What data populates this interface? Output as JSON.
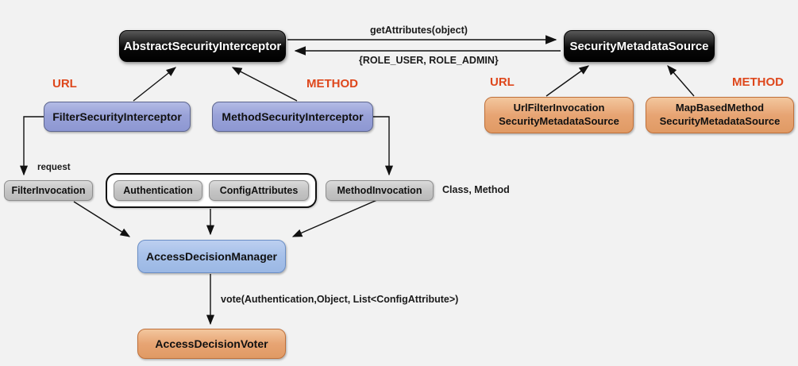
{
  "diagram": {
    "nodes": {
      "abstract_interceptor": "AbstractSecurityInterceptor",
      "security_metadata_source": "SecurityMetadataSource",
      "filter_interceptor": "FilterSecurityInterceptor",
      "method_interceptor": "MethodSecurityInterceptor",
      "url_filter_msd_line1": "UrlFilterInvocation",
      "url_filter_msd_line2": "SecurityMetadataSource",
      "map_based_msd_line1": "MapBasedMethod",
      "map_based_msd_line2": "SecurityMetadataSource",
      "filter_invocation": "FilterInvocation",
      "authentication": "Authentication",
      "config_attributes": "ConfigAttributes",
      "method_invocation": "MethodInvocation",
      "access_decision_manager": "AccessDecisionManager",
      "access_decision_voter": "AccessDecisionVoter"
    },
    "category_labels": {
      "left_url": "URL",
      "left_method": "METHOD",
      "right_url": "URL",
      "right_method": "METHOD"
    },
    "edge_labels": {
      "get_attributes": "getAttributes(object)",
      "roles": "{ROLE_USER, ROLE_ADMIN}",
      "request": "request",
      "class_method": "Class, Method",
      "vote": "vote(Authentication,Object, List<ConfigAttribute>)"
    },
    "colors": {
      "background": "#f2f2f2",
      "accent_red": "#de471c",
      "node_black": "#0a0a0a",
      "node_blue": "#99a2d8",
      "node_light_blue": "#a6c0e9",
      "node_orange": "#e7a473",
      "node_gray": "#c3c3c3",
      "connector": "#111111"
    }
  }
}
